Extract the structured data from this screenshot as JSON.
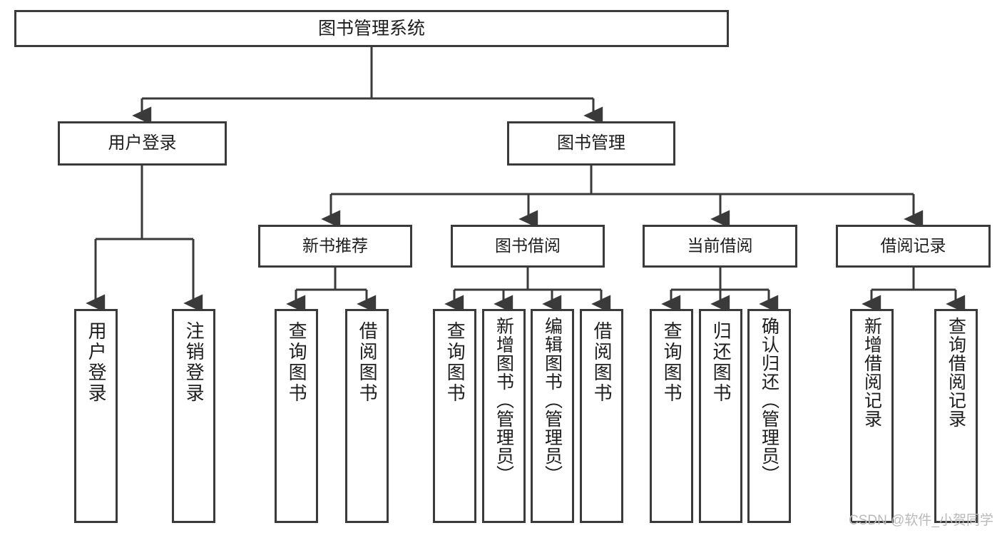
{
  "diagram": {
    "type": "tree-hierarchy",
    "title": "图书管理系统",
    "root": {
      "label": "图书管理系统"
    },
    "level2": [
      {
        "label": "用户登录"
      },
      {
        "label": "图书管理"
      }
    ],
    "level3": [
      {
        "label": "新书推荐",
        "parent": "图书管理"
      },
      {
        "label": "图书借阅",
        "parent": "图书管理"
      },
      {
        "label": "当前借阅",
        "parent": "图书管理"
      },
      {
        "label": "借阅记录",
        "parent": "图书管理"
      }
    ],
    "leaves": {
      "user_login": [
        {
          "label": "用户登录"
        },
        {
          "label": "注销登录"
        }
      ],
      "new_book_recommend": [
        {
          "label": "查询图书"
        },
        {
          "label": "借阅图书"
        }
      ],
      "book_borrow": [
        {
          "label": "查询图书"
        },
        {
          "label": "新增图书（管理员）"
        },
        {
          "label": "编辑图书（管理员）"
        },
        {
          "label": "借阅图书"
        }
      ],
      "current_borrow": [
        {
          "label": "查询图书"
        },
        {
          "label": "归还图书"
        },
        {
          "label": "确认归还（管理员）"
        }
      ],
      "borrow_record": [
        {
          "label": "新增借阅记录"
        },
        {
          "label": "查询借阅记录"
        }
      ]
    },
    "watermark": "CSDN @软件_小贺同学",
    "colors": {
      "stroke": "#3a3a3a",
      "background": "#ffffff",
      "text": "#1d1d1d",
      "watermark": "#b9b9b9"
    }
  }
}
